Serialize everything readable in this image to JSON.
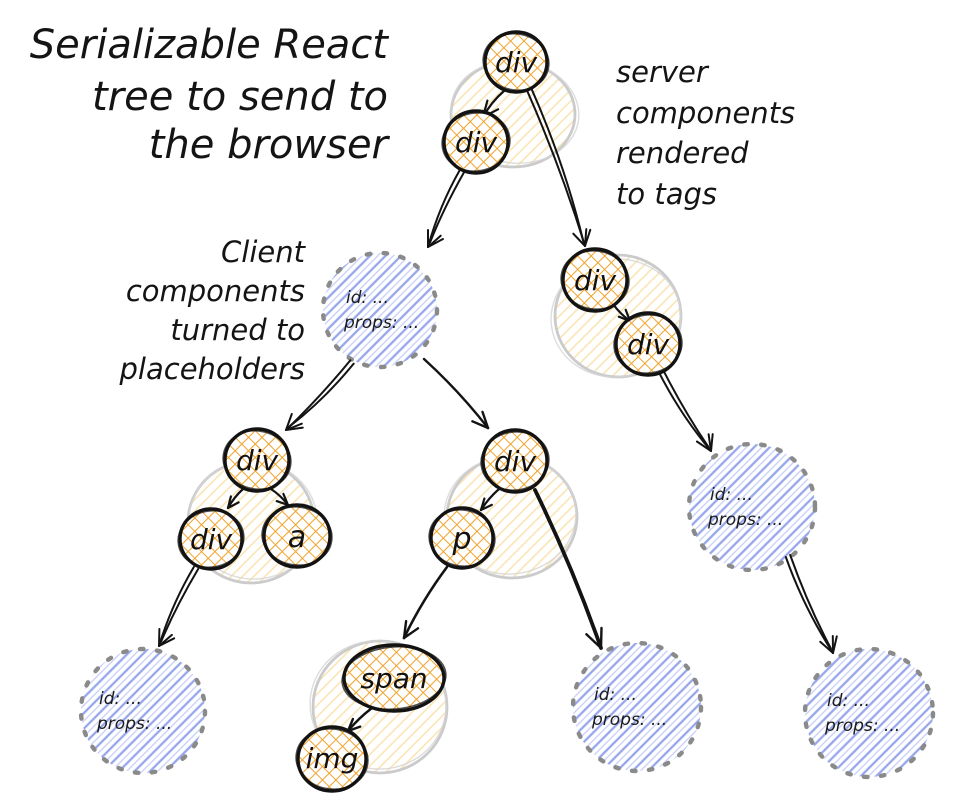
{
  "title": {
    "lines": [
      "Serializable React",
      "tree to send to",
      "the browser"
    ]
  },
  "annotations": {
    "server_components": {
      "lines": [
        "server",
        "components",
        "rendered",
        "to tags"
      ]
    },
    "client_components": {
      "lines": [
        "Client",
        "components",
        "turned to",
        "placeholders"
      ]
    }
  },
  "tree": {
    "tag_nodes": [
      {
        "id": "root-div",
        "label": "div"
      },
      {
        "id": "server-child-div",
        "label": "div"
      },
      {
        "id": "server-right-div",
        "label": "div"
      },
      {
        "id": "server-right-div-2",
        "label": "div"
      },
      {
        "id": "client-left-div",
        "label": "div"
      },
      {
        "id": "client-left-div-2",
        "label": "div"
      },
      {
        "id": "client-anchor",
        "label": "a"
      },
      {
        "id": "client-mid-div",
        "label": "div"
      },
      {
        "id": "client-paragraph",
        "label": "p"
      },
      {
        "id": "client-span",
        "label": "span"
      },
      {
        "id": "client-img",
        "label": "img"
      }
    ],
    "placeholder_nodes": [
      {
        "id": "placeholder-center",
        "id_line": "id: ...",
        "props_line": "props: ..."
      },
      {
        "id": "placeholder-right",
        "id_line": "id: ...",
        "props_line": "props: ..."
      },
      {
        "id": "placeholder-bottom-left",
        "id_line": "id: ...",
        "props_line": "props: ..."
      },
      {
        "id": "placeholder-bottom-mid",
        "id_line": "id: ...",
        "props_line": "props: ..."
      },
      {
        "id": "placeholder-bottom-right",
        "id_line": "id: ...",
        "props_line": "props: ..."
      }
    ]
  },
  "colors": {
    "tag_hatch": "#f0a42f",
    "placeholder_hatch": "#96a7ec",
    "placeholder_hatch_light": "#c6cff6",
    "group_hatch": "#f8dc9b",
    "outline": "#131313",
    "group_outline": "#cbcbcb",
    "placeholder_outline": "#8a8a8a",
    "text": "#141414"
  }
}
